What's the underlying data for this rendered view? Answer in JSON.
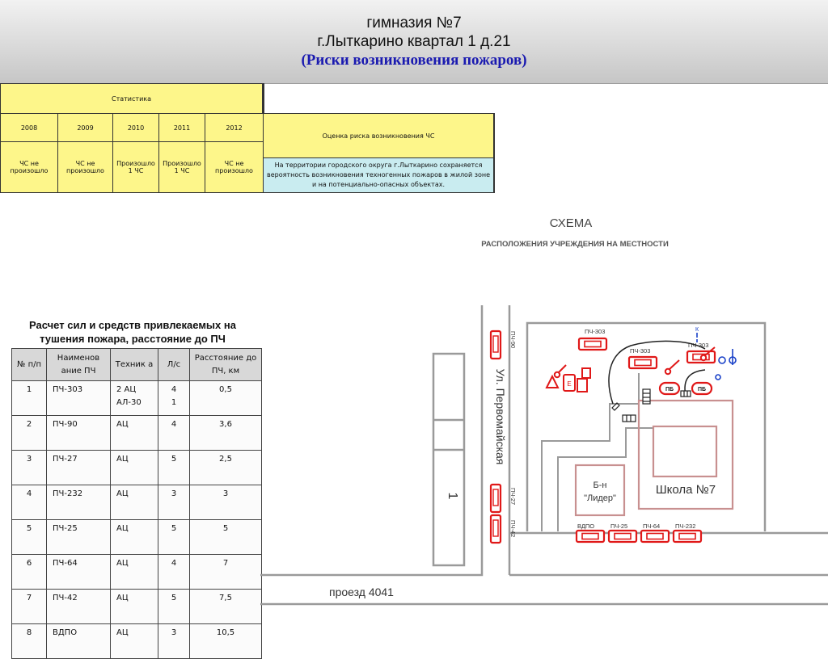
{
  "header": {
    "line1": "гимназия №7",
    "line2": "г.Лыткарино квартал 1 д.21",
    "line3": "(Риски возникновения пожаров)"
  },
  "stats": {
    "title": "Статистика",
    "years": [
      "2008",
      "2009",
      "2010",
      "2011",
      "2012"
    ],
    "results": [
      "ЧС не произошло",
      "ЧС не произошло",
      "Произошло 1 ЧС",
      "Произошло 1 ЧС",
      "ЧС не произошло"
    ],
    "risk_header": "Оценка риска возникновения ЧС",
    "risk_text": "На территории городского округа г.Лыткарино сохраняется вероятность возникновения техногенных пожаров в жилой зоне и на потенциально-опасных объектах."
  },
  "calc": {
    "title": "Расчет сил и средств привлекаемых на тушения пожара, расстояние до ПЧ",
    "headers": [
      "№ п/п",
      "Наименов ание ПЧ",
      "Техник а",
      "Л/с",
      "Расстояние до ПЧ, км"
    ],
    "rows": [
      {
        "n": "1",
        "name": "ПЧ-303",
        "tech": "2 АЦ",
        "tech2": "АЛ-30",
        "ls": "4",
        "ls2": "1",
        "dist": "0,5"
      },
      {
        "n": "2",
        "name": "ПЧ-90",
        "tech": "АЦ",
        "ls": "4",
        "dist": "3,6"
      },
      {
        "n": "3",
        "name": "ПЧ-27",
        "tech": "АЦ",
        "ls": "5",
        "dist": "2,5"
      },
      {
        "n": "4",
        "name": "ПЧ-232",
        "tech": "АЦ",
        "ls": "3",
        "dist": "3"
      },
      {
        "n": "5",
        "name": "ПЧ-25",
        "tech": "АЦ",
        "ls": "5",
        "dist": "5"
      },
      {
        "n": "6",
        "name": "ПЧ-64",
        "tech": "АЦ",
        "ls": "4",
        "dist": "7"
      },
      {
        "n": "7",
        "name": "ПЧ-42",
        "tech": "АЦ",
        "ls": "5",
        "dist": "7,5"
      },
      {
        "n": "8",
        "name": "ВДПО",
        "tech": "АЦ",
        "ls": "3",
        "dist": "10,5"
      }
    ]
  },
  "map": {
    "title": "СХЕМА",
    "subtitle": "РАСПОЛОЖЕНИЯ УЧРЕЖДЕНИЯ НА МЕСТНОСТИ",
    "street": "Ул. Первомайская",
    "road": "проезд 4041",
    "block_number": "1",
    "school": "Школа №7",
    "store_line1": "Б-н",
    "store_line2": "\"Лидер\"",
    "pb": "ПБ",
    "e_mark": "Е",
    "k_mark": "К",
    "units": {
      "pch303a": "ПЧ-303",
      "pch303b": "ПЧ-303",
      "pch303c": "ПЧ-303",
      "pch90": "ПЧ-90",
      "pch27": "ПЧ-27",
      "pch42": "ПЧ-42",
      "vdpo": "ВДПО",
      "pch25": "ПЧ-25",
      "pch64": "ПЧ-64",
      "pch232": "ПЧ-232"
    },
    "colors": {
      "red": "#e01818",
      "building": "#c89090",
      "road": "#9a9a9a",
      "blue": "#1840c8"
    }
  }
}
